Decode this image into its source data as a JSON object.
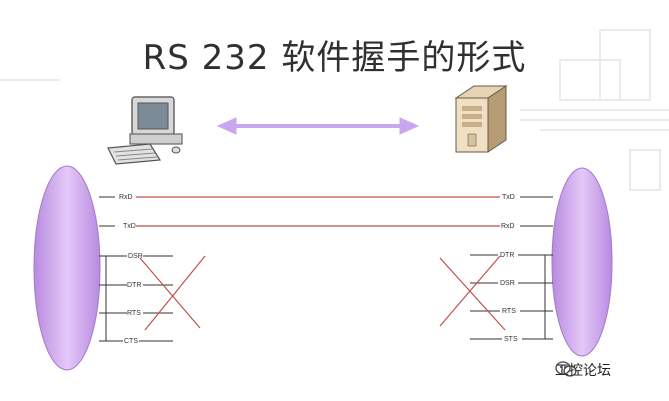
{
  "title": "RS 232 软件握手的形式",
  "left_pins": [
    "RxD",
    "TxD",
    "DSR",
    "DTR",
    "RTS",
    "CTS"
  ],
  "right_pins": [
    "TxD",
    "RxD",
    "DTR",
    "DSR",
    "RTS",
    "STS"
  ],
  "brand": {
    "name": "工控论坛"
  },
  "colors": {
    "oval": "#c79ae8",
    "arrow": "#c9a6f0",
    "signal_line": "#c0504d",
    "wire": "#333333"
  },
  "icons": {
    "left_device": "desktop-computer-icon",
    "right_device": "server-tower-icon",
    "link": "double-arrow-icon"
  }
}
